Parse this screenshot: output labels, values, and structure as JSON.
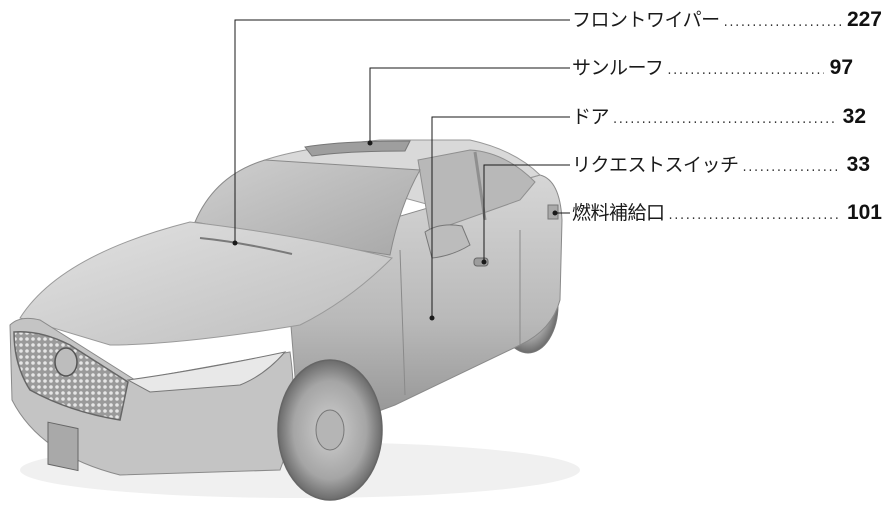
{
  "callouts": [
    {
      "label": "フロントワイパー",
      "page": "227"
    },
    {
      "label": "サンルーフ",
      "page": "97"
    },
    {
      "label": "ドア",
      "page": "32"
    },
    {
      "label": "リクエストスイッチ",
      "page": "33"
    },
    {
      "label": "燃料補給口",
      "page": "101"
    }
  ]
}
